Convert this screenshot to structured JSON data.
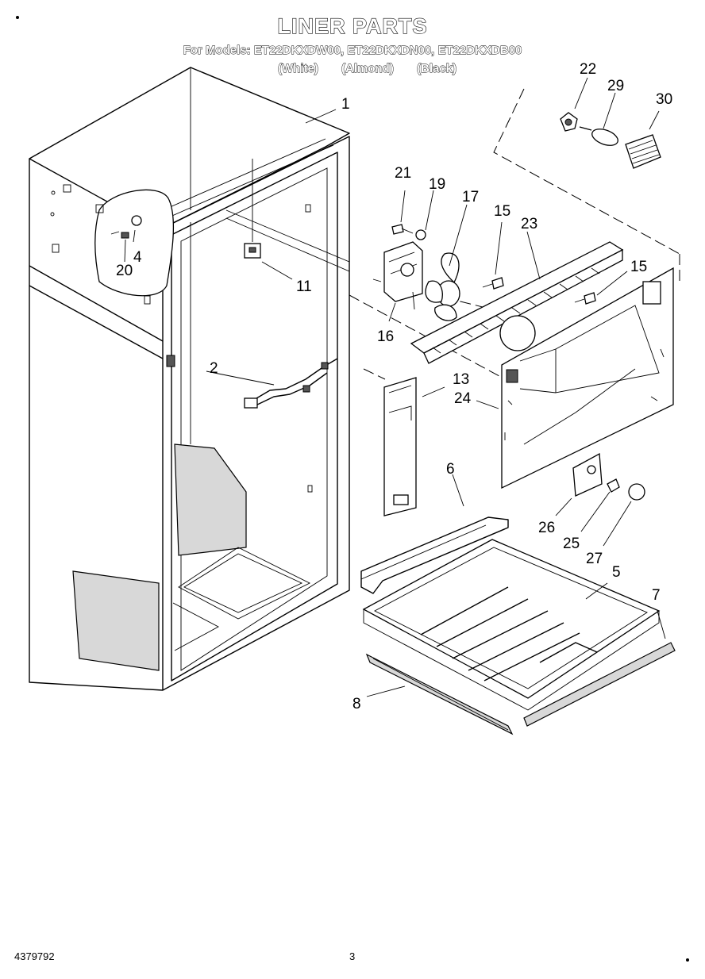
{
  "header": {
    "title": "LINER PARTS",
    "models_line": "For Models: ET22DKXDW00, ET22DKXDN00, ET22DKXDB00",
    "colors": [
      "(White)",
      "(Almond)",
      "(Black)"
    ]
  },
  "callouts": [
    "1",
    "2",
    "4",
    "5",
    "6",
    "7",
    "8",
    "11",
    "13",
    "15",
    "15",
    "16",
    "17",
    "19",
    "20",
    "21",
    "22",
    "23",
    "24",
    "25",
    "26",
    "27",
    "29",
    "30"
  ],
  "footer": {
    "doc_number": "4379792",
    "page_number": "3"
  }
}
